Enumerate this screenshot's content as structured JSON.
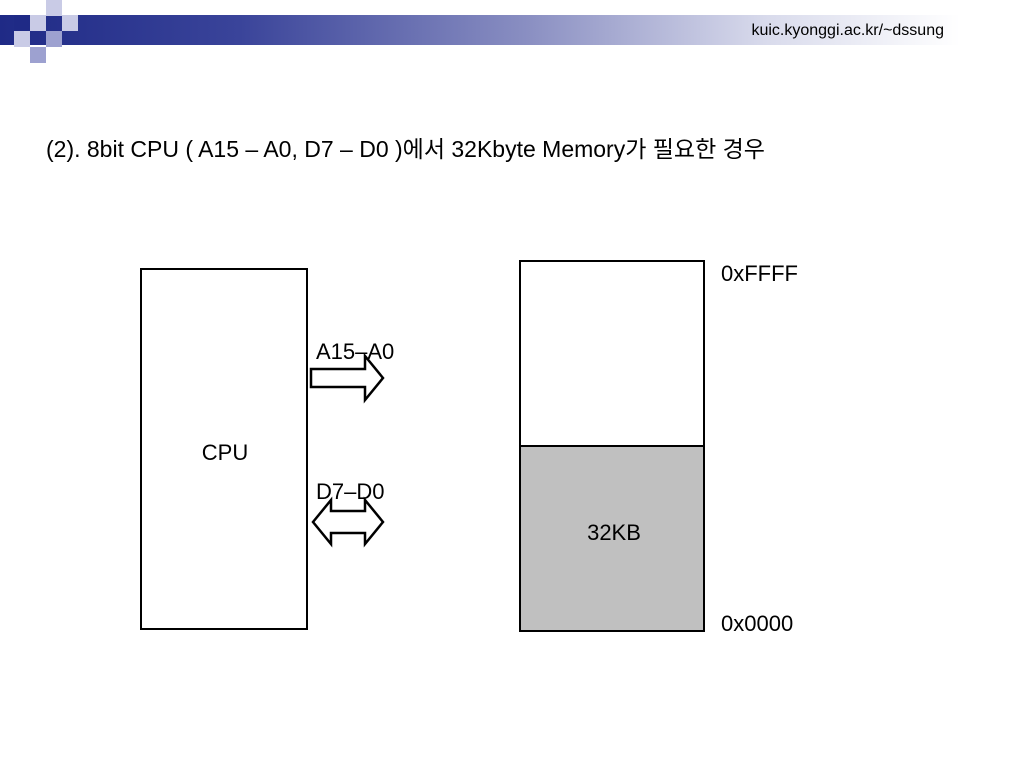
{
  "header": {
    "url": "kuic.kyonggi.ac.kr/~dssung",
    "accent_color": "#1f2a86"
  },
  "slide": {
    "title": "(2). 8bit CPU ( A15 – A0, D7 – D0 )에서 32Kbyte Memory가 필요한 경우"
  },
  "diagram": {
    "cpu_label": "CPU",
    "address_bus_label": "A15–A0",
    "data_bus_label": "D7–D0",
    "memory_label": "32KB",
    "memory_top_address": "0xFFFF",
    "memory_bottom_address": "0x0000",
    "memory_fill_color": "#c0c0c0"
  }
}
